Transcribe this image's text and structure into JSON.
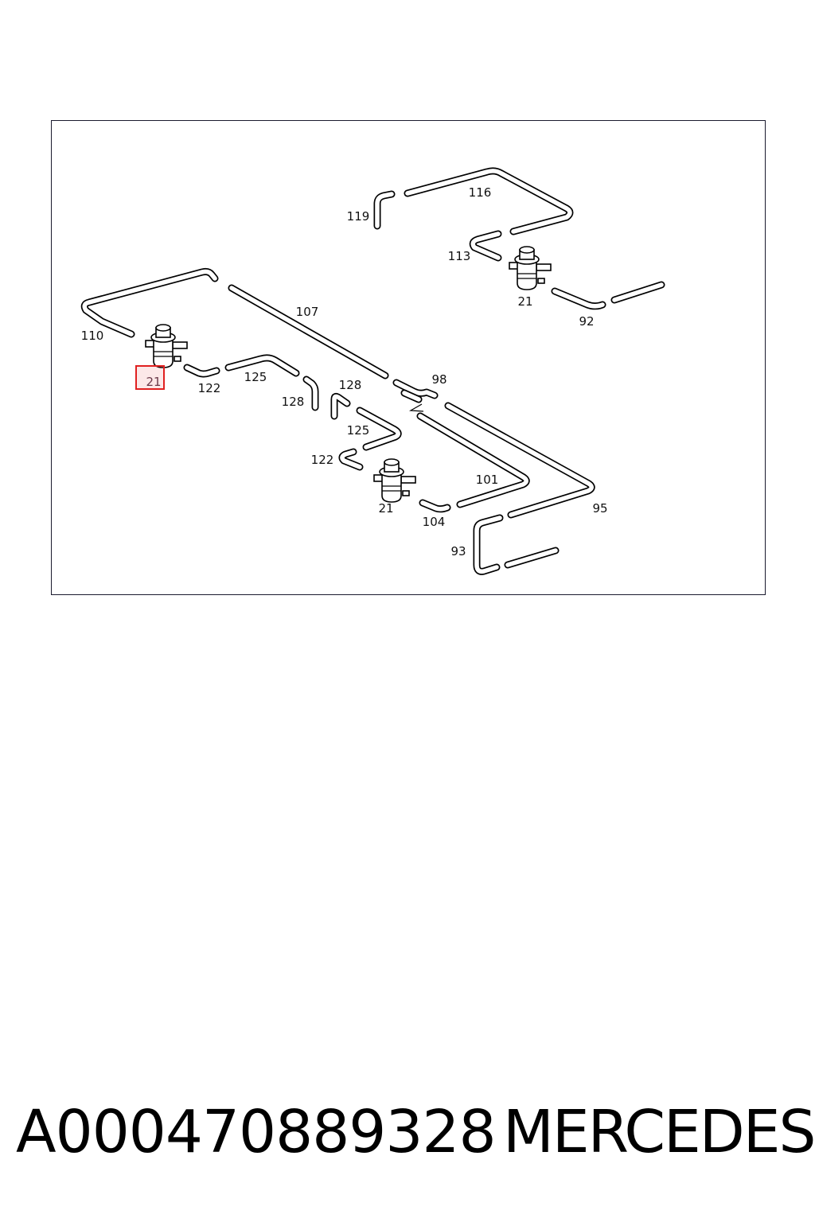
{
  "diagram": {
    "callouts": [
      {
        "id": "c119",
        "text": "119"
      },
      {
        "id": "c116",
        "text": "116"
      },
      {
        "id": "c113",
        "text": "113"
      },
      {
        "id": "c21a",
        "text": "21"
      },
      {
        "id": "c92",
        "text": "92"
      },
      {
        "id": "c107",
        "text": "107"
      },
      {
        "id": "c110",
        "text": "110"
      },
      {
        "id": "c21b",
        "text": "21"
      },
      {
        "id": "c122a",
        "text": "122"
      },
      {
        "id": "c125a",
        "text": "125"
      },
      {
        "id": "c128a",
        "text": "128"
      },
      {
        "id": "c128b",
        "text": "128"
      },
      {
        "id": "c98",
        "text": "98"
      },
      {
        "id": "c125b",
        "text": "125"
      },
      {
        "id": "c122b",
        "text": "122"
      },
      {
        "id": "c101",
        "text": "101"
      },
      {
        "id": "c21c",
        "text": "21"
      },
      {
        "id": "c104",
        "text": "104"
      },
      {
        "id": "c95",
        "text": "95"
      },
      {
        "id": "c93",
        "text": "93"
      }
    ],
    "highlighted_callout": "21",
    "highlight_color": "#e02020"
  },
  "footer": {
    "part_number": "A000470889328",
    "brand": "MERCEDES"
  }
}
